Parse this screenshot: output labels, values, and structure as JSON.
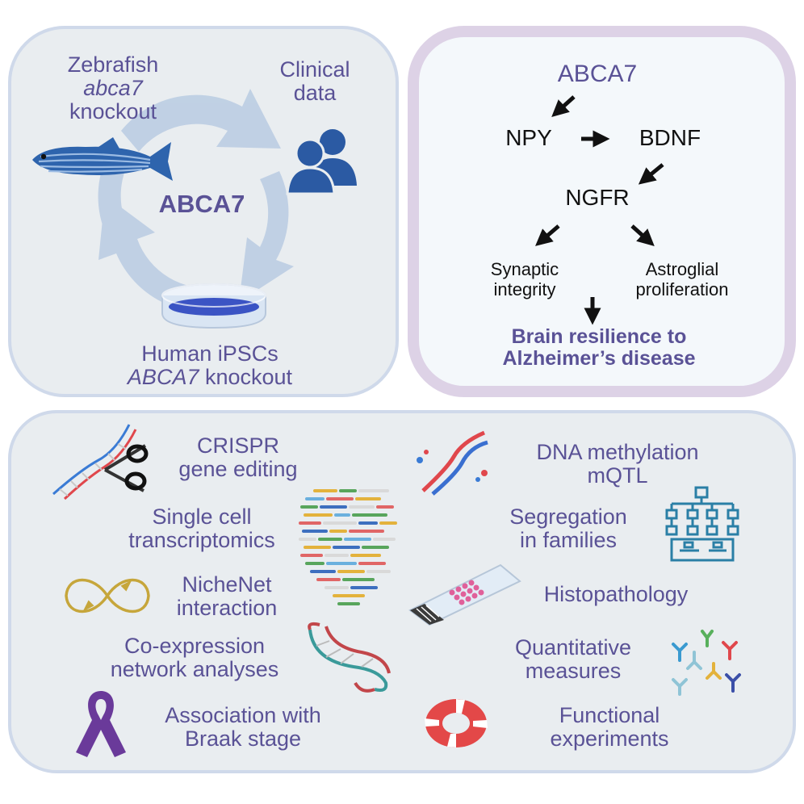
{
  "panel_models": {
    "zebrafish": [
      "Zebrafish",
      "abca7",
      "knockout"
    ],
    "clinical": [
      "Clinical",
      "data"
    ],
    "center": "ABCA7",
    "ipsc": [
      "Human iPSCs",
      "ABCA7",
      "knockout"
    ]
  },
  "panel_pathway": {
    "top": "ABCA7",
    "npy": "NPY",
    "bdnf": "BDNF",
    "ngfr": "NGFR",
    "synaptic": [
      "Synaptic",
      "integrity"
    ],
    "astroglial": [
      "Astroglial",
      "proliferation"
    ],
    "outcome": [
      "Brain resilience to",
      "Alzheimer’s disease"
    ]
  },
  "panel_methods": {
    "crispr": [
      "CRISPR",
      "gene editing"
    ],
    "single_cell": [
      "Single cell",
      "transcriptomics"
    ],
    "nichenet": [
      "NicheNet",
      "interaction"
    ],
    "coexpression": [
      "Co-expression",
      "network analyses"
    ],
    "braak": [
      "Association with",
      "Braak stage"
    ],
    "methylation": [
      "DNA methylation",
      "mQTL"
    ],
    "segregation": [
      "Segregation",
      "in families"
    ],
    "histopathology": "Histopathology",
    "quantitative": [
      "Quantitative",
      "measures"
    ],
    "functional": [
      "Functional",
      "experiments"
    ]
  },
  "colors": {
    "label_purple": "#5a5296",
    "cycle_blue": "#b8c9e0",
    "people_blue": "#2b5aa3",
    "panel_bg": "#e9edf0",
    "pathway_border": "#ddd2e6",
    "ribbon": "#6a3a9a"
  }
}
